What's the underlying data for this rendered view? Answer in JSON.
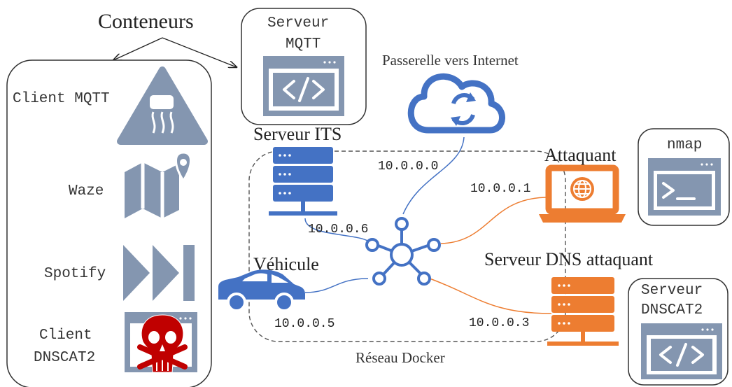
{
  "labels": {
    "conteneurs": "Conteneurs",
    "passerelle": "Passerelle vers Internet",
    "serveur_its": "Serveur ITS",
    "attaquant": "Attaquant",
    "vehicule": "Véhicule",
    "serveur_dns_attaquant": "Serveur DNS attaquant",
    "reseau_docker": "Réseau Docker"
  },
  "containers": {
    "mqtt_server_line1": "Serveur",
    "mqtt_server_line2": "MQTT",
    "nmap": "nmap",
    "dnscat2_server_line1": "Serveur",
    "dnscat2_server_line2": "DNSCAT2",
    "client_mqtt": "Client MQTT",
    "waze": "Waze",
    "spotify": "Spotify",
    "client_dnscat2_line1": "Client",
    "client_dnscat2_line2": "DNSCAT2"
  },
  "ips": {
    "gateway": "10.0.0.0",
    "attacker": "10.0.0.1",
    "its_server": "10.0.0.6",
    "vehicle": "10.0.0.5",
    "dns_server": "10.0.0.3"
  },
  "colors": {
    "blue": "#4472C4",
    "orange": "#ED7D31",
    "gray": "#8496B0",
    "red": "#C00000"
  }
}
